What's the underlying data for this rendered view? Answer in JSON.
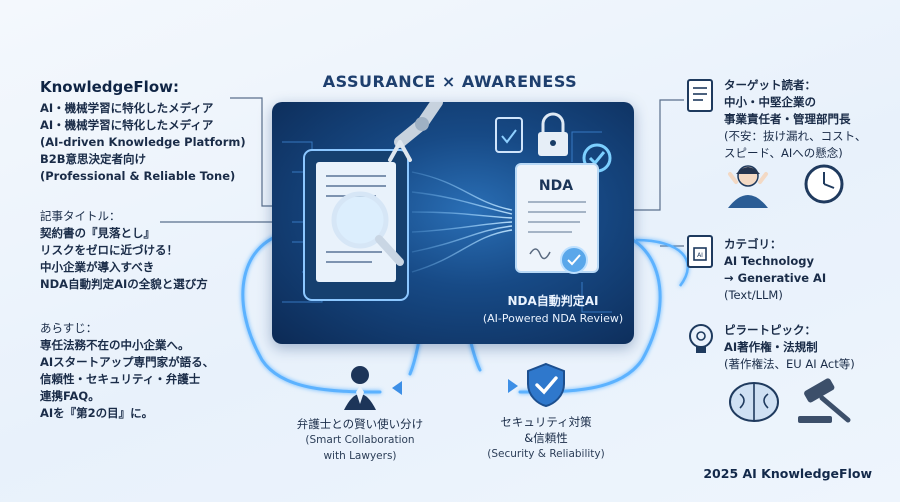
{
  "header": {
    "title": "ASSURANCE × AWARENESS"
  },
  "left": {
    "brand_title": "KnowledgeFlow:",
    "brand_lines": [
      "AI・機械学習に特化したメディア",
      "AI・機械学習に特化したメディア",
      "(AI-driven Knowledge Platform)",
      "B2B意思決定者向け",
      "(Professional & Reliable Tone)"
    ],
    "article_label": "記事タイトル：",
    "article_lines": [
      "契約書の『見落とし』",
      "リスクをゼロに近づける！",
      "中小企業が導入すべき",
      "NDA自動判定AIの全貌と選び方"
    ],
    "synopsis_label": "あらすじ：",
    "synopsis_lines": [
      "専任法務不在の中小企業へ。",
      "AIスタートアップ専門家が語る、",
      "信頼性・セキュリティ・弁護士",
      "連携FAQ。",
      "AIを『第2の目』に。"
    ]
  },
  "center": {
    "document_badge": "NDA",
    "caption_jp": "NDA自動判定AI",
    "caption_en": "(AI-Powered NDA Review)"
  },
  "right": {
    "target_label": "ターゲット読者：",
    "target_lines": [
      "中小・中堅企業の",
      "事業責任者・管理部門長"
    ],
    "target_note_lines": [
      "(不安：抜け漏れ、コスト、",
      "スピード、AIへの懸念)"
    ],
    "category_label": "カテゴリ：",
    "category_lines": [
      "AI Technology",
      "→ Generative AI"
    ],
    "category_note": "(Text/LLM)",
    "pillar_label": "ピラートピック：",
    "pillar_lines": [
      "AI著作権・法規制"
    ],
    "pillar_note": "(著作権法、EU AI Act等)"
  },
  "bottom": {
    "lawyer_jp": "弁護士との賢い使い分け",
    "lawyer_en_1": "(Smart Collaboration",
    "lawyer_en_2": "with Lawyers)",
    "security_jp_1": "セキュリティ対策",
    "security_jp_2": "&信頼性",
    "security_en": "(Security & Reliability)"
  },
  "footer": {
    "text": "2025 AI KnowledgeFlow"
  },
  "colors": {
    "panel_dark": "#0c2a55",
    "panel_mid": "#1d5aa0",
    "glow": "#4aa8ff",
    "text_dark": "#12243f"
  },
  "icons": [
    "robot-arm-icon",
    "magnifier-icon",
    "document-icon",
    "nda-document-icon",
    "lock-icon",
    "checkmark-badge-icon",
    "stamp-seal-icon",
    "stressed-person-icon",
    "clock-icon",
    "ai-chip-document-icon",
    "lightbulb-gear-icon",
    "brain-icon",
    "gavel-icon",
    "businessman-icon",
    "shield-check-icon",
    "report-document-icon"
  ]
}
